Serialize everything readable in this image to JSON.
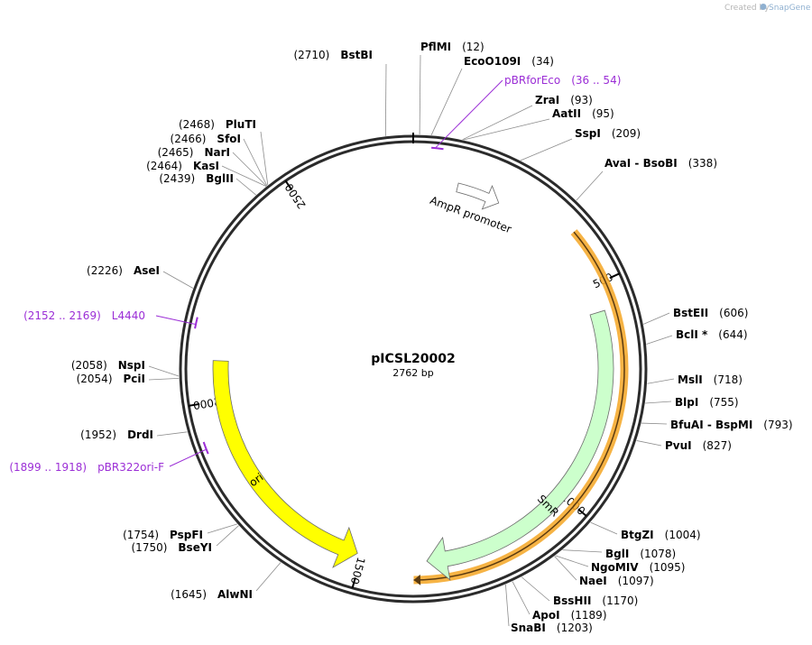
{
  "credit": {
    "prefix": "Created by",
    "brand": "SnapGene"
  },
  "plasmid": {
    "name": "pICSL20002",
    "size_label": "2762 bp",
    "length": 2762
  },
  "colors": {
    "backbone": "#2b2b2b",
    "smr": "#ccffcc",
    "ori": "#ffff00",
    "primer": "#9b2ed6",
    "primer_bind": "#f5a623",
    "promoter": "#ffffff"
  },
  "ticks": [
    {
      "pos": 500,
      "label": "500"
    },
    {
      "pos": 1000,
      "label": "1000"
    },
    {
      "pos": 1500,
      "label": "1500"
    },
    {
      "pos": 2000,
      "label": "2000"
    },
    {
      "pos": 2500,
      "label": "2500"
    }
  ],
  "features": [
    {
      "name": "AmpR promoter",
      "type": "promoter",
      "start": 105,
      "end": 209
    },
    {
      "name": "SmR",
      "type": "cds",
      "start": 560,
      "end": 1350,
      "direction": "forward"
    },
    {
      "name": "ori",
      "type": "origin",
      "start": 1510,
      "end": 2090,
      "direction": "reverse"
    }
  ],
  "primer_binding": {
    "start": 380,
    "end": 1380
  },
  "enzymes": [
    {
      "name": "BstBI",
      "pos_text": "(2710)",
      "pos_first": true,
      "site": 2710
    },
    {
      "name": "PflMI",
      "pos_text": "(12)",
      "site": 12
    },
    {
      "name": "EcoO109I",
      "pos_text": "(34)",
      "site": 34
    },
    {
      "name": "ZraI",
      "pos_text": "(93)",
      "site": 93
    },
    {
      "name": "AatII",
      "pos_text": "(95)",
      "site": 95
    },
    {
      "name": "SspI",
      "pos_text": "(209)",
      "site": 209
    },
    {
      "name": "AvaI - BsoBI",
      "pos_text": "(338)",
      "site": 338
    },
    {
      "name": "BstEII",
      "pos_text": "(606)",
      "site": 606
    },
    {
      "name": "BclI *",
      "pos_text": "(644)",
      "site": 644
    },
    {
      "name": "MslI",
      "pos_text": "(718)",
      "site": 718
    },
    {
      "name": "BlpI",
      "pos_text": "(755)",
      "site": 755
    },
    {
      "name": "BfuAI - BspMI",
      "pos_text": "(793)",
      "site": 793
    },
    {
      "name": "PvuI",
      "pos_text": "(827)",
      "site": 827
    },
    {
      "name": "BtgZI",
      "pos_text": "(1004)",
      "site": 1004
    },
    {
      "name": "BglI",
      "pos_text": "(1078)",
      "site": 1078
    },
    {
      "name": "NgoMIV",
      "pos_text": "(1095)",
      "site": 1095
    },
    {
      "name": "NaeI",
      "pos_text": "(1097)",
      "site": 1097
    },
    {
      "name": "BssHII",
      "pos_text": "(1170)",
      "site": 1170
    },
    {
      "name": "ApoI",
      "pos_text": "(1189)",
      "site": 1189
    },
    {
      "name": "SnaBI",
      "pos_text": "(1203)",
      "site": 1203
    },
    {
      "name": "AlwNI",
      "pos_text": "(1645)",
      "pos_first": true,
      "site": 1645
    },
    {
      "name": "BseYI",
      "pos_text": "(1750)",
      "pos_first": true,
      "site": 1750
    },
    {
      "name": "PspFI",
      "pos_text": "(1754)",
      "pos_first": true,
      "site": 1754
    },
    {
      "name": "DrdI",
      "pos_text": "(1952)",
      "pos_first": true,
      "site": 1952
    },
    {
      "name": "PciI",
      "pos_text": "(2054)",
      "pos_first": true,
      "site": 2054
    },
    {
      "name": "NspI",
      "pos_text": "(2058)",
      "pos_first": true,
      "site": 2058
    },
    {
      "name": "AseI",
      "pos_text": "(2226)",
      "pos_first": true,
      "site": 2226
    },
    {
      "name": "BglII",
      "pos_text": "(2439)",
      "pos_first": true,
      "site": 2439
    },
    {
      "name": "KasI",
      "pos_text": "(2464)",
      "pos_first": true,
      "site": 2464
    },
    {
      "name": "NarI",
      "pos_text": "(2465)",
      "pos_first": true,
      "site": 2465
    },
    {
      "name": "SfoI",
      "pos_text": "(2466)",
      "pos_first": true,
      "site": 2466
    },
    {
      "name": "PluTI",
      "pos_text": "(2468)",
      "pos_first": true,
      "site": 2468
    }
  ],
  "primers": [
    {
      "name": "pBRforEco",
      "range_text": "(36 .. 54)",
      "start": 36,
      "end": 54,
      "name_first": true
    },
    {
      "name": "L4440",
      "range_text": "(2152 .. 2169)",
      "start": 2152,
      "end": 2169,
      "name_first": false
    },
    {
      "name": "pBR322ori-F",
      "range_text": "(1899 .. 1918)",
      "start": 1899,
      "end": 1918,
      "name_first": false
    }
  ]
}
